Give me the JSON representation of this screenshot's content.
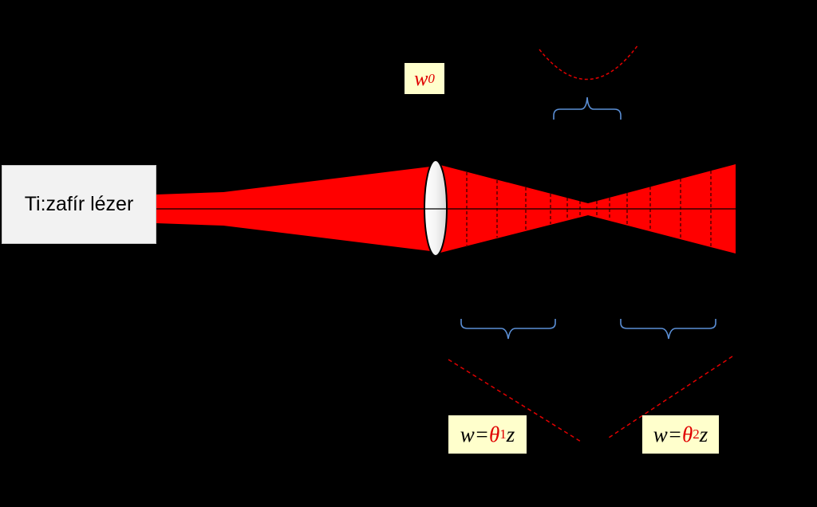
{
  "laser": {
    "label": "Ti:zafír lézer"
  },
  "waist_label": {
    "w": "w",
    "sub": "0"
  },
  "equation_left": {
    "lhs": "w=",
    "theta": "θ",
    "sub": "1",
    "var": "z"
  },
  "equation_right": {
    "lhs": "w=",
    "theta": "θ",
    "sub": "2",
    "var": "z"
  },
  "colors": {
    "background": "#000000",
    "beam": "#ff0000",
    "dashed_curve": "#e00000",
    "brace": "#5b8fd6",
    "label_fill": "#ffffcc",
    "laser_fill": "#f2f2f2"
  }
}
